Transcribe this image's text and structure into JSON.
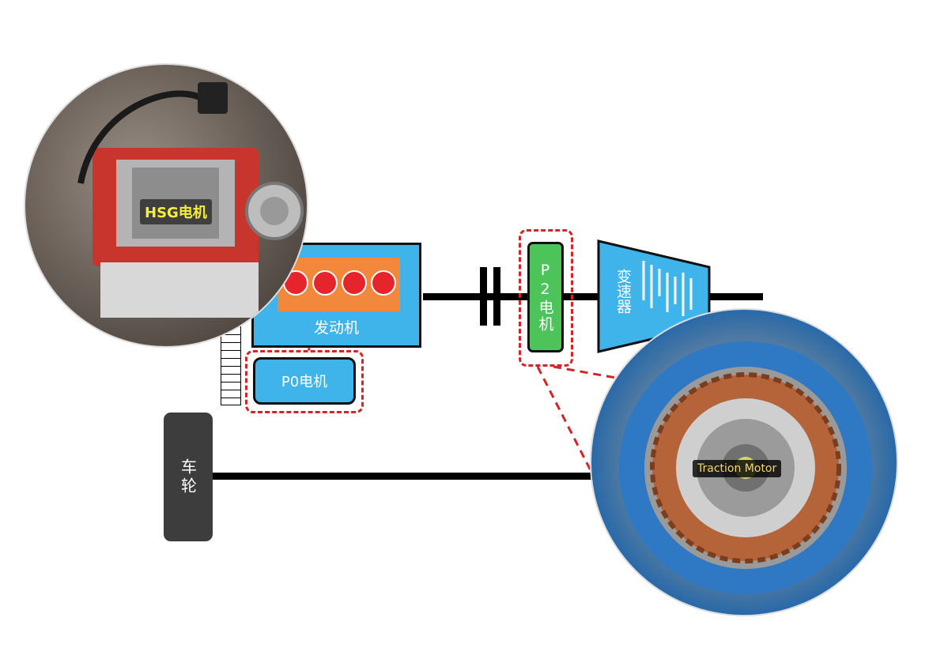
{
  "components": {
    "engine": {
      "label": "发动机",
      "cylinders": 4
    },
    "p0_motor": {
      "label": "P0电机"
    },
    "p2_motor": {
      "label": "P2电机"
    },
    "transmission": {
      "label": "变速器"
    },
    "wheel": {
      "label": "车轮"
    }
  },
  "photos": {
    "hsg": {
      "label": "HSG电机"
    },
    "traction": {
      "label": "Traction Motor"
    }
  },
  "colors": {
    "engine": "#3fb4ea",
    "engine_block": "#f2883c",
    "cylinder": "#e5242c",
    "p2_motor": "#4cc45a",
    "dashed_outline": "#d42428",
    "wheel": "#3d3d3d",
    "line": "#000000"
  }
}
